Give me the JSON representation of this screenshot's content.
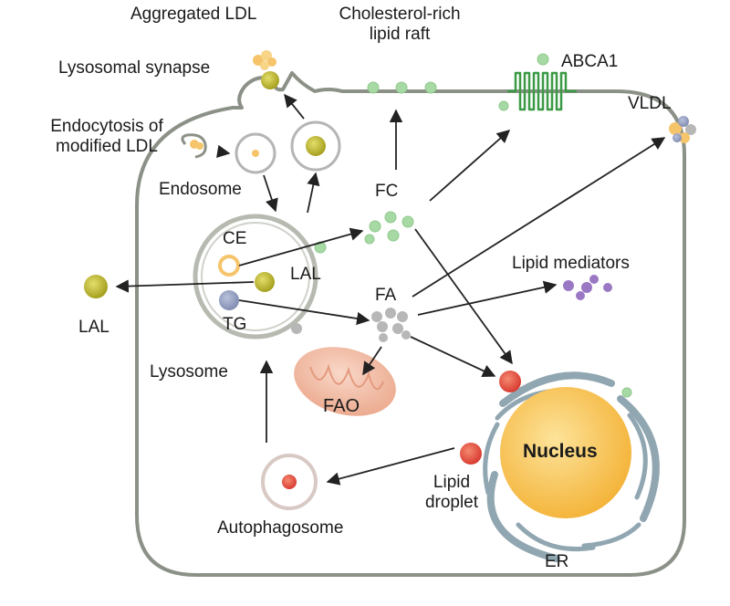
{
  "labels": {
    "aggregated_ldl": "Aggregated LDL",
    "lysosomal_synapse": "Lysosomal synapse",
    "cholesterol_raft_line1": "Cholesterol-rich",
    "cholesterol_raft_line2": "lipid raft",
    "abca1": "ABCA1",
    "vldl": "VLDL",
    "endocytosis_line1": "Endocytosis of",
    "endocytosis_line2": "modified LDL",
    "endosome": "Endosome",
    "fc": "FC",
    "ce": "CE",
    "lal_inside": "LAL",
    "lal_outside": "LAL",
    "tg": "TG",
    "lipid_mediators": "Lipid mediators",
    "fa": "FA",
    "lysosome": "Lysosome",
    "fao": "FAO",
    "nucleus": "Nucleus",
    "lipid_droplet_line1": "Lipid",
    "lipid_droplet_line2": "droplet",
    "autophagosome": "Autophagosome",
    "er": "ER"
  },
  "colors": {
    "membrane": "#8c9187",
    "free_cholesterol": "#a6d9a3",
    "lal_enzyme": "#b9b42a",
    "modified_ldl": "#f5c46b",
    "triglyceride": "#8f9ab8",
    "fatty_acid": "#b7b7b7",
    "lipid_mediator": "#9a78c4",
    "mitochondrion": "#f2bca5",
    "nucleus": "#f7bd4b",
    "er": "#90a6b1",
    "lipid_droplet": "#e2473f",
    "abca1": "#3a9a45"
  }
}
